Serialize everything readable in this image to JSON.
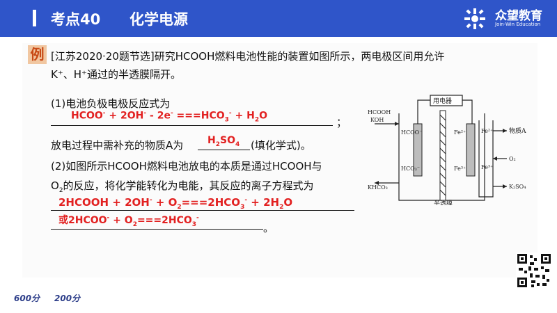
{
  "header": {
    "topic_number": "考点40",
    "topic_title": "化学电源",
    "brand_name": "众望教育",
    "brand_sub": "Join-Win Education"
  },
  "example_label": "例",
  "question": {
    "intro_line1": "[江苏2020·20题节选]研究HCOOH燃料电池性能的装置如图所示，两电极区间用允许",
    "intro_line2": "K⁺、H⁺通过的半透膜隔开。",
    "part1_prompt": "(1)电池负极电极反应式为",
    "part1_semicolon": "；",
    "part2_prefix": "放电过程中需补充的物质A为",
    "part2_suffix": "(填化学式)。",
    "part3_line1": "(2)如图所示HCOOH燃料电池放电的本质是通过HCOOH与",
    "part3_line2_a": "O",
    "part3_line2_sub": "2",
    "part3_line2_b": "的反应，将化学能转化为电能，其反应的离子方程式为",
    "end_period": "。"
  },
  "answers": {
    "a1_part1": "HCOO",
    "a1_sup1": "-",
    "a1_part2": " + 2OH",
    "a1_sup2": "-",
    "a1_part3": " - 2e",
    "a1_sup3": "-",
    "a1_part4": " ===HCO",
    "a1_sub4": "3",
    "a1_sup4": "-",
    "a1_part5": " + H",
    "a1_sub5": "2",
    "a1_part6": "O",
    "a2_part1": "H",
    "a2_sub1": "2",
    "a2_part2": "SO",
    "a2_sub2": "4",
    "a3_part1": "2HCOOH + 2OH",
    "a3_sup1": "-",
    "a3_part2": " + O",
    "a3_sub2": "2",
    "a3_part3": "===2HCO",
    "a3_sub3": "3",
    "a3_sup3": "-",
    "a3_part4": " + 2H",
    "a3_sub4": "2",
    "a3_part5": "O",
    "a4_part1": "或2HCOO",
    "a4_sup1": "-",
    "a4_part2": " + O",
    "a4_sub2": "2",
    "a4_part3": "===2HCO",
    "a4_sub3": "3",
    "a4_sup3": "-"
  },
  "diagram": {
    "device_label": "用电器",
    "left_top_label1": "HCOOH",
    "left_top_label2": "KOH",
    "hcoo_label": "HCOO⁻",
    "hco3_label": "HCO₃⁻",
    "bottom_left_label": "KHCO₃",
    "fe2_label": "Fe²⁺",
    "fe3_label": "Fe³⁺",
    "fe2_right": "Fe²⁺",
    "fe3_right": "Fe³⁺",
    "substance_a": "物质A",
    "o2_label": "O₂",
    "k2so4_label": "K₂SO₄",
    "membrane_label": "半透膜"
  },
  "footer": {
    "logo1": "600分",
    "logo2": "200分"
  },
  "colors": {
    "header_bg": "#2f55c9",
    "answer": "#e22020",
    "badge_bg": "#f1c7a1",
    "badge_text": "#c84a16"
  }
}
